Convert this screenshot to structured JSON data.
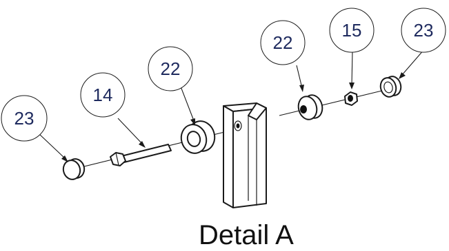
{
  "drawing": {
    "caption": "Detail A",
    "callouts": [
      {
        "id": "callout-23-left",
        "label": "23"
      },
      {
        "id": "callout-14",
        "label": "14"
      },
      {
        "id": "callout-22-left",
        "label": "22"
      },
      {
        "id": "callout-22-right",
        "label": "22"
      },
      {
        "id": "callout-15",
        "label": "15"
      },
      {
        "id": "callout-23-right",
        "label": "23"
      }
    ]
  }
}
